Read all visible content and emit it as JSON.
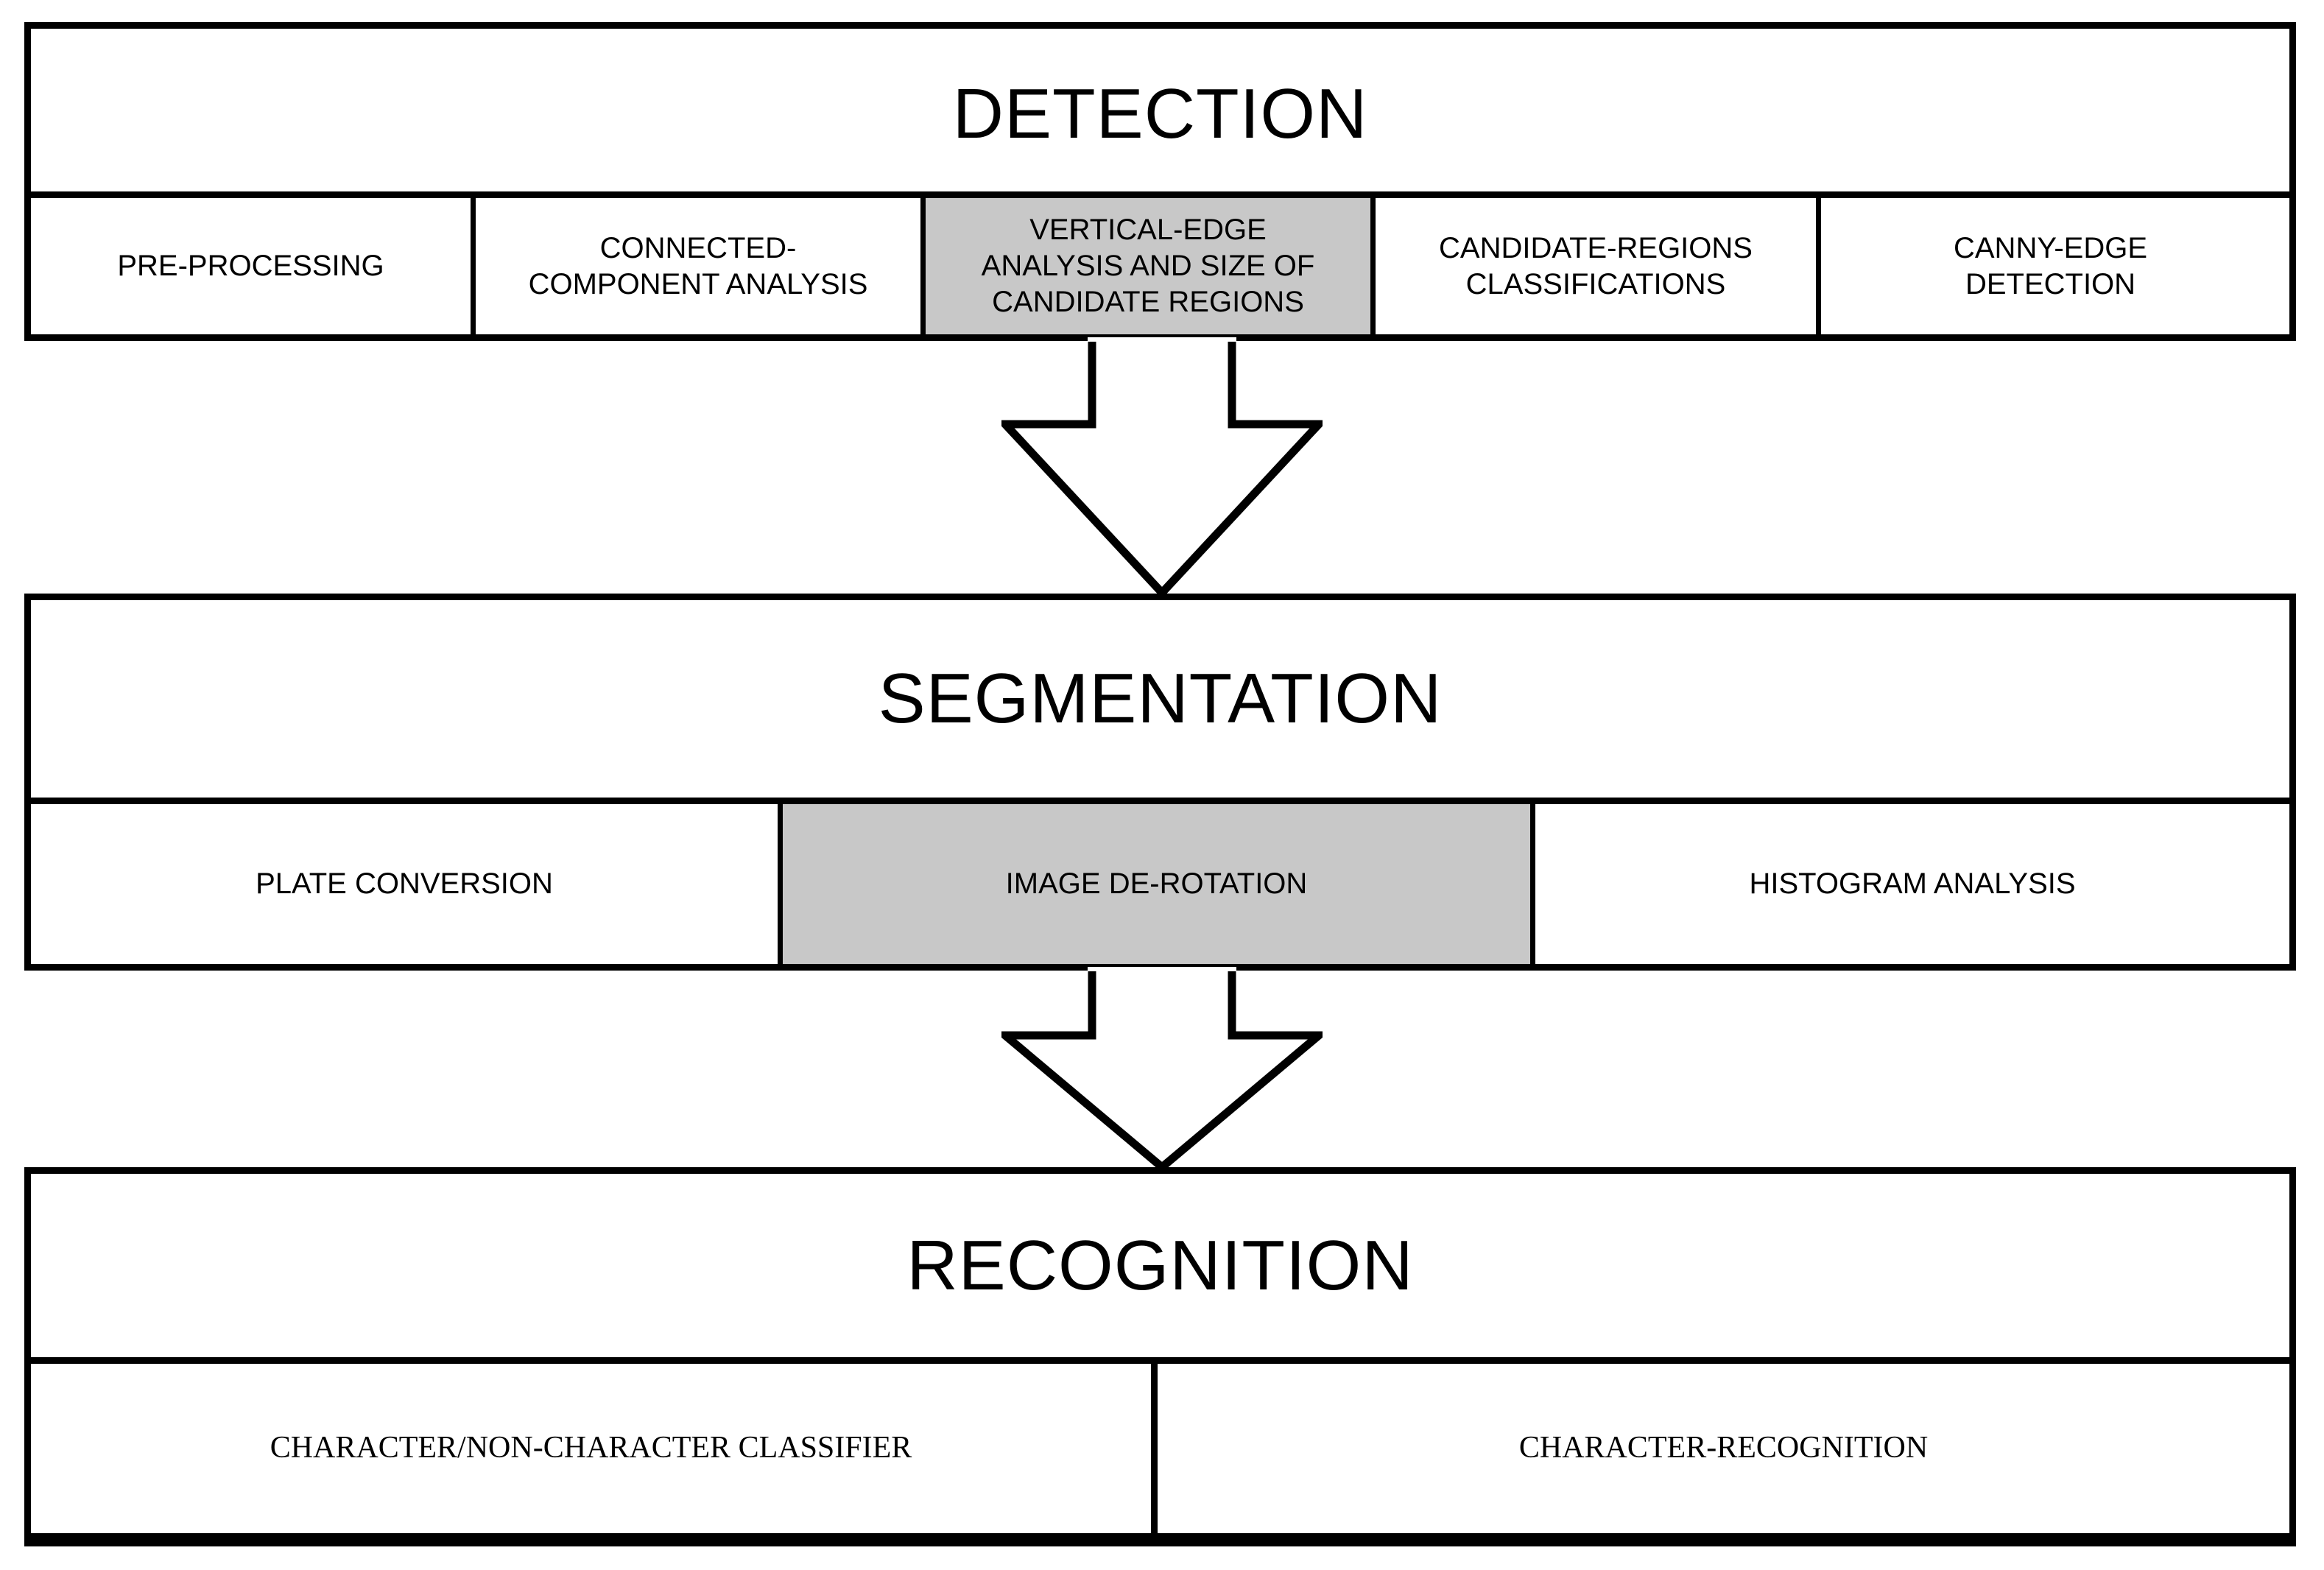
{
  "diagram": {
    "title": "DETECTION / SEGMENTATION / RECOGNITION pipeline",
    "colors": {
      "stroke": "#000000",
      "background": "#ffffff",
      "highlight": "#c8c8c8"
    },
    "sections": [
      {
        "id": "detection",
        "title": "DETECTION",
        "steps": [
          {
            "label": "PRE-PROCESSING",
            "highlight": false
          },
          {
            "label": "CONNECTED-\nCOMPONENT ANALYSIS",
            "highlight": false
          },
          {
            "label": "VERTICAL-EDGE\nANALYSIS AND SIZE OF\nCANDIDATE REGIONS",
            "highlight": true
          },
          {
            "label": "CANDIDATE-REGIONS\nCLASSIFICATIONS",
            "highlight": false
          },
          {
            "label": "CANNY-EDGE\nDETECTION",
            "highlight": false
          }
        ]
      },
      {
        "id": "segmentation",
        "title": "SEGMENTATION",
        "steps": [
          {
            "label": "PLATE CONVERSION",
            "highlight": false
          },
          {
            "label": "IMAGE DE-ROTATION",
            "highlight": true
          },
          {
            "label": "HISTOGRAM ANALYSIS",
            "highlight": false
          }
        ]
      },
      {
        "id": "recognition",
        "title": "RECOGNITION",
        "steps": [
          {
            "label": "CHARACTER/NON-CHARACTER CLASSIFIER",
            "highlight": false
          },
          {
            "label": "CHARACTER-RECOGNITION",
            "highlight": false
          }
        ]
      }
    ],
    "connectors": [
      {
        "id": "detection-to-segmentation",
        "from": "detection",
        "to": "segmentation",
        "shape": "down-block-arrow"
      },
      {
        "id": "segmentation-to-recognition",
        "from": "segmentation",
        "to": "recognition",
        "shape": "down-block-arrow"
      }
    ]
  }
}
